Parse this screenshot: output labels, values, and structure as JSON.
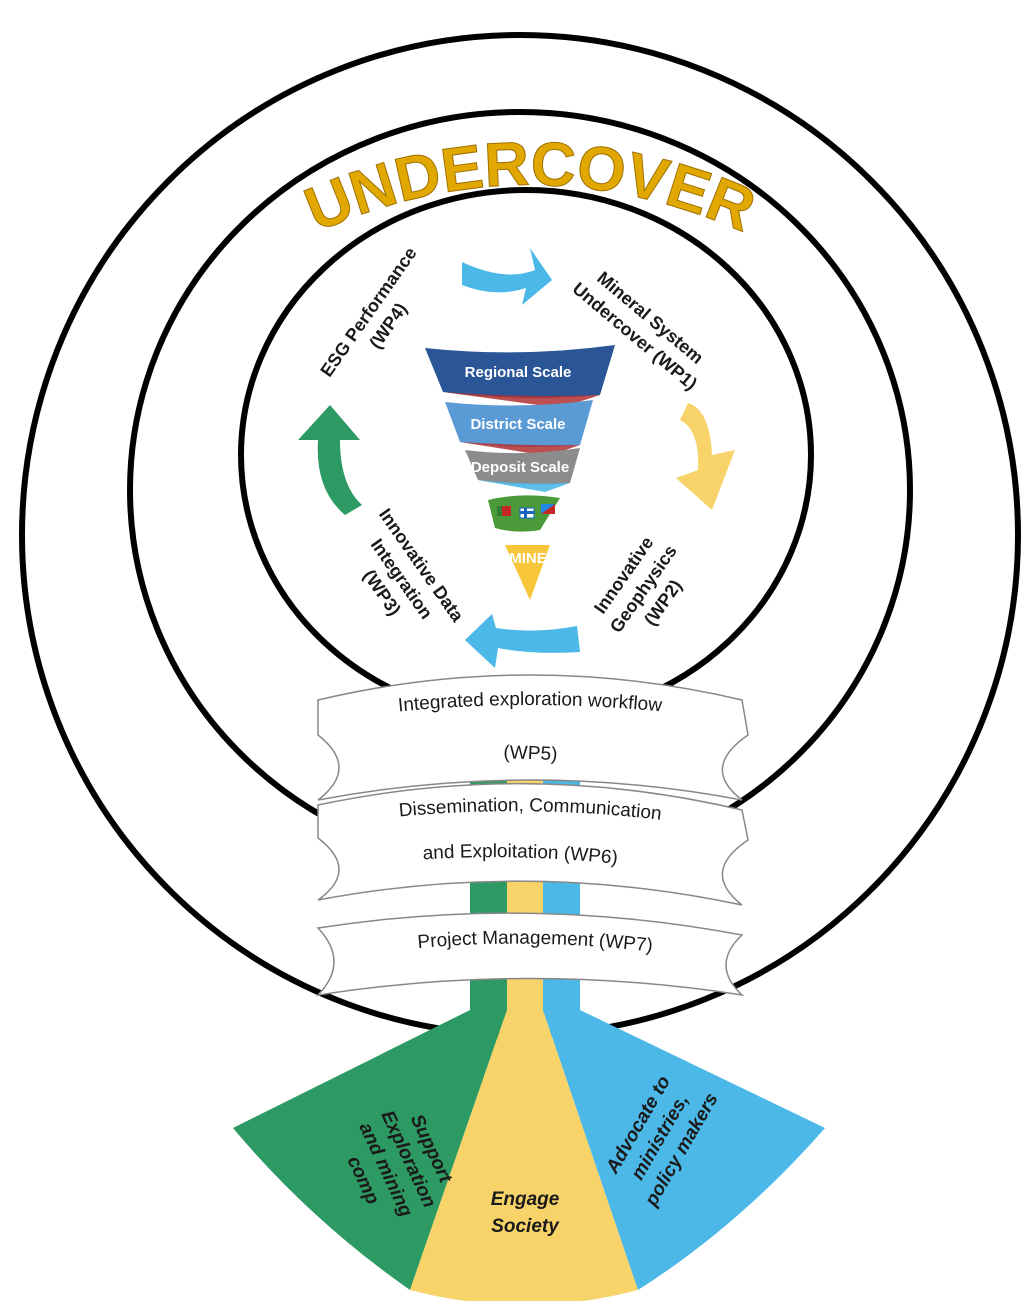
{
  "title": "UNDERCOVER",
  "cycle": {
    "wp1": {
      "line1": "Mineral System",
      "line2": "Undercover (WP1)"
    },
    "wp2": {
      "line1": "Innovative",
      "line2": "Geophysics",
      "line3": "(WP2)"
    },
    "wp3": {
      "line1": "Innovative Data",
      "line2": "Integration",
      "line3": "(WP3)"
    },
    "wp4": {
      "line1": "ESG Performance",
      "line2": "(WP4)"
    }
  },
  "funnel": {
    "levels": [
      "Regional Scale",
      "District Scale",
      "Deposit Scale"
    ],
    "tip": "MINE"
  },
  "bands": {
    "wp5": {
      "line1": "Integrated exploration workflow",
      "line2": "(WP5)"
    },
    "wp6": {
      "line1": "Dissemination, Communication",
      "line2": "and Exploitation (WP6)"
    },
    "wp7": {
      "line1": "Project Management (WP7)"
    }
  },
  "outcomes": {
    "left": {
      "line1": "Support",
      "line2": "Exploration",
      "line3": "and mining",
      "line4": "comp"
    },
    "middle": {
      "line1": "Engage",
      "line2": "Society"
    },
    "right": {
      "line1": "Advocate to",
      "line2": "ministries,",
      "line3": "policy makers"
    }
  },
  "colors": {
    "green": "#2e9a63",
    "yellow": "#f7d36a",
    "blue": "#4cb8e8",
    "title": "#e0a800",
    "navy": "#2a5597",
    "mid_blue": "#5b9bd5",
    "grey": "#8c8c8c",
    "red": "#b03030"
  }
}
